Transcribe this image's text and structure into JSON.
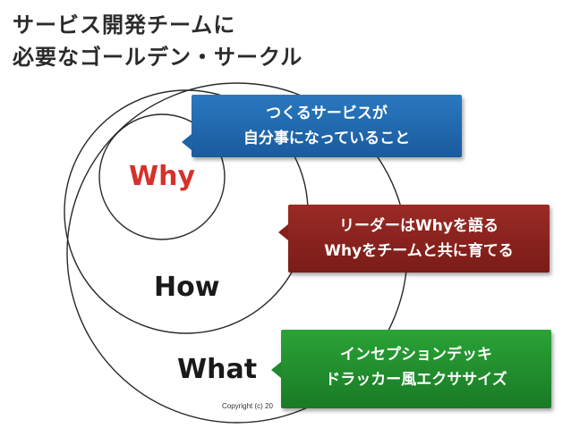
{
  "title": {
    "line1": "サービス開発チームに",
    "line2": "必要なゴールデン・サークル"
  },
  "circles": {
    "why": "Why",
    "how": "How",
    "what": "What"
  },
  "callouts": {
    "why": {
      "line1": "つくるサービスが",
      "line2": "自分事になっていること",
      "color": "#1d63a8"
    },
    "how": {
      "line1": "リーダーはWhyを語る",
      "line2": "Whyをチームと共に育てる",
      "color": "#842019"
    },
    "what": {
      "line1": "インセプションデッキ",
      "line2": "ドラッカー風エクササイズ",
      "color": "#1e8a2b"
    }
  },
  "colors": {
    "why_text": "#d6312a",
    "text": "#1a1a1a"
  },
  "footer": {
    "copyright": "Copyright (c) 20"
  }
}
